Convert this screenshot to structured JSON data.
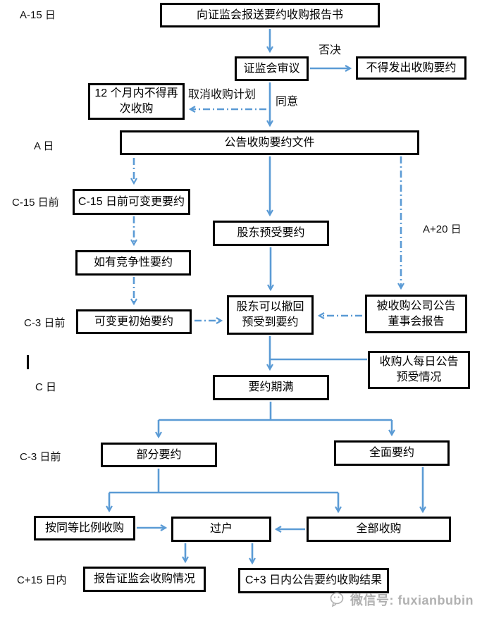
{
  "diagram": {
    "stage_labels": [
      {
        "id": "a-minus-15",
        "text": "A-15 日"
      },
      {
        "id": "a-day",
        "text": "A 日"
      },
      {
        "id": "c-minus-15",
        "text": "C-15 日前"
      },
      {
        "id": "c-minus-3-upper",
        "text": "C-3 日前"
      },
      {
        "id": "c-day",
        "text": "C 日"
      },
      {
        "id": "c-minus-3-lower",
        "text": "C-3 日前"
      },
      {
        "id": "c-plus-15",
        "text": "C+15 日内"
      }
    ],
    "boxes": {
      "report_submission": {
        "label": "向证监会报送要约收购报告书"
      },
      "csrc_review": {
        "label": "证监会审议"
      },
      "no_offer": {
        "label": "不得发出收购要约"
      },
      "no_reacquire": {
        "label": "12 个月内不得再\n次收购"
      },
      "announce_offer": {
        "label": "公告收购要约文件"
      },
      "c15_modify": {
        "label": "C-15 日前可变更要约"
      },
      "competing_offer": {
        "label": "如有竞争性要约"
      },
      "shareholder_accept": {
        "label": "股东预受要约"
      },
      "modify_initial": {
        "label": "可变更初始要约"
      },
      "withdraw": {
        "label": "股东可以撤回\n预受到要约"
      },
      "target_board_report": {
        "label": "被收购公司公告\n董事会报告"
      },
      "daily_announce": {
        "label": "收购人每日公告\n预受情况"
      },
      "offer_expiry": {
        "label": "要约期满"
      },
      "partial_offer": {
        "label": "部分要约"
      },
      "general_offer": {
        "label": "全面要约"
      },
      "proportional_acquire": {
        "label": "按同等比例收购"
      },
      "transfer": {
        "label": "过户"
      },
      "full_acquire": {
        "label": "全部收购"
      },
      "report_csrc_result": {
        "label": "报告证监会收购情况"
      },
      "c3_announce_result": {
        "label": "C+3 日内公告要约收购结果"
      }
    },
    "edge_labels": {
      "reject": "否决",
      "agree": "同意",
      "cancel_plan": "取消收购计划",
      "a_plus_20": "A+20 日"
    },
    "watermark": {
      "text": "微信号: fuxianbubin"
    },
    "colors": {
      "arrow_blue": "#5B9BD5",
      "box_border": "#000000",
      "watermark_gray": "#B1B1B1"
    }
  }
}
